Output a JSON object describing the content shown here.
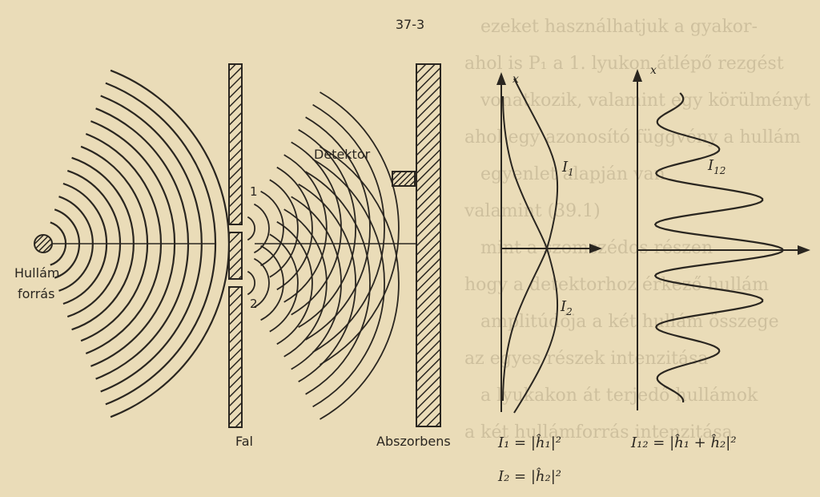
{
  "page_number": "37-3",
  "labels": {
    "source_line1": "Hullám",
    "source_line2": "forrás",
    "slit1": "1",
    "slit2": "2",
    "detector": "Detektor",
    "wall": "Fal",
    "absorber": "Abszorbens"
  },
  "graphs": {
    "axis_label_x_left": "x",
    "axis_label_x_right": "x",
    "curve_I1": "I",
    "curve_I1_sub": "1",
    "curve_I2": "I",
    "curve_I2_sub": "2",
    "curve_I12": "I",
    "curve_I12_sub": "12"
  },
  "formulas": {
    "f1": "I₁ = |ĥ₁|²",
    "f2": "I₂ = |ĥ₂|²",
    "f12": "I₁₂ = |ĥ₁ + ĥ₂|²"
  },
  "background_text_lines": [
    "ezeket használhatjuk a gyakor-",
    "ahol is P₁ a 1. lyukon átlépő rezgést",
    "vonatkozik, valamint egy körülményt",
    "ahol egy azonosító függvény a hullám",
    "egyenlet alapján van",
    "valamint (39.1)",
    "mint a szomszédos részen",
    "hogy a detektorhoz érkező hullám",
    "amplitúdója a két hullám összege",
    "az egyes részek intenzitása",
    "a lyukakon át terjedő hullámok",
    "a két hullámforrás intenzitása"
  ]
}
